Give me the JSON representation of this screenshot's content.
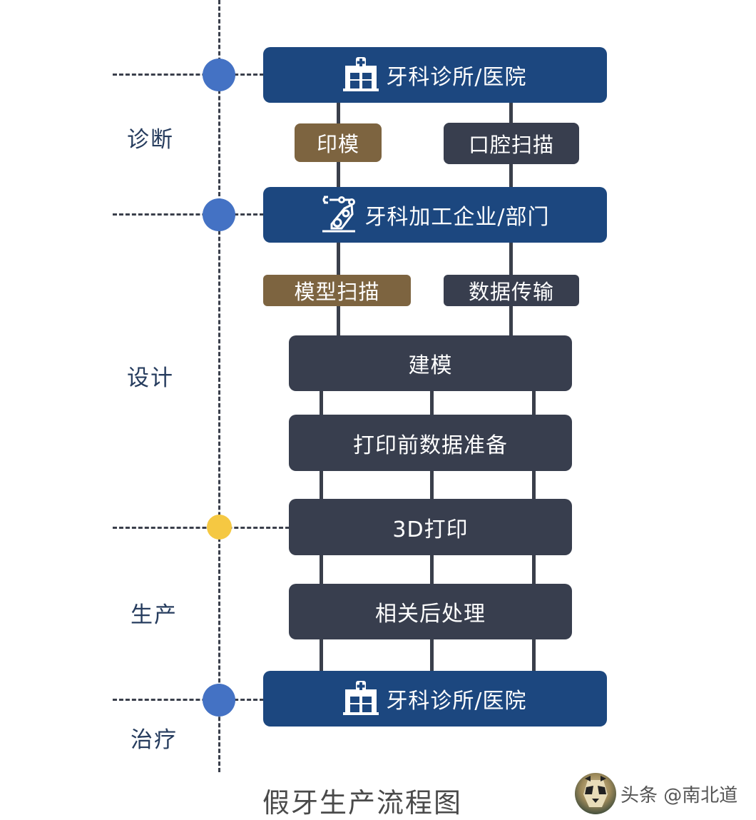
{
  "diagram": {
    "caption": "假牙生产流程图",
    "stages": [
      {
        "label": "诊断"
      },
      {
        "label": "设计"
      },
      {
        "label": "生产"
      },
      {
        "label": "治疗"
      }
    ],
    "nodes": [
      {
        "box": "clinic_top",
        "label": "牙科诊所/医院",
        "icon": "hospital-icon",
        "color": "#1c477f"
      },
      {
        "box": "impression",
        "label": "印模",
        "color": "#7d6440"
      },
      {
        "box": "oral_scan",
        "label": "口腔扫描",
        "color": "#383e4e"
      },
      {
        "box": "lab",
        "label": "牙科加工企业/部门",
        "icon": "robot-arm-icon",
        "color": "#1c477f"
      },
      {
        "box": "model_scan",
        "label": "模型扫描",
        "color": "#7d6440"
      },
      {
        "box": "data_transfer",
        "label": "数据传输",
        "color": "#383e4e"
      },
      {
        "box": "modeling",
        "label": "建模",
        "color": "#383e4e"
      },
      {
        "box": "print_prep",
        "label": "打印前数据准备",
        "color": "#383e4e"
      },
      {
        "box": "print_3d",
        "label": "3D打印",
        "color": "#383e4e"
      },
      {
        "box": "post_process",
        "label": "相关后处理",
        "color": "#383e4e"
      },
      {
        "box": "clinic_bottom",
        "label": "牙科诊所/医院",
        "icon": "hospital-icon",
        "color": "#1c477f"
      }
    ],
    "edges": [
      [
        "牙科诊所/医院",
        "印模"
      ],
      [
        "牙科诊所/医院",
        "口腔扫描"
      ],
      [
        "印模",
        "牙科加工企业/部门"
      ],
      [
        "口腔扫描",
        "牙科加工企业/部门"
      ],
      [
        "牙科加工企业/部门",
        "模型扫描"
      ],
      [
        "牙科加工企业/部门",
        "数据传输"
      ],
      [
        "模型扫描",
        "建模"
      ],
      [
        "数据传输",
        "建模"
      ],
      [
        "建模",
        "打印前数据准备"
      ],
      [
        "打印前数据准备",
        "3D打印"
      ],
      [
        "3D打印",
        "相关后处理"
      ],
      [
        "相关后处理",
        "牙科诊所/医院"
      ]
    ],
    "timeline_markers": [
      {
        "color": "#4472c4",
        "at": "牙科诊所/医院"
      },
      {
        "color": "#4472c4",
        "at": "牙科加工企业/部门"
      },
      {
        "color": "#f5c842",
        "at": "3D打印"
      },
      {
        "color": "#4472c4",
        "at": "牙科诊所/医院"
      }
    ]
  },
  "watermark": {
    "text": "头条 @南北道"
  }
}
